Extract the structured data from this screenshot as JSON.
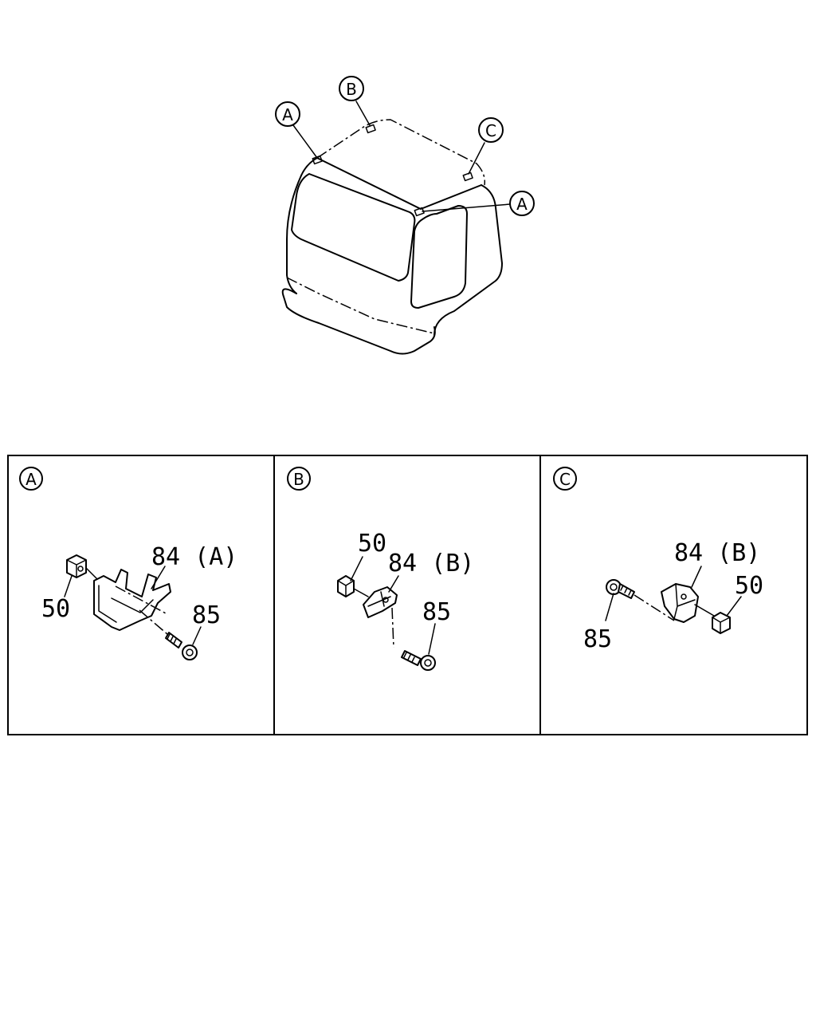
{
  "overview": {
    "callouts": [
      {
        "letter": "A"
      },
      {
        "letter": "B"
      },
      {
        "letter": "C"
      },
      {
        "letter": "A"
      }
    ]
  },
  "panels": [
    {
      "letter": "A",
      "labels": {
        "nut": "50",
        "bracket": "84 (A)",
        "screw": "85"
      }
    },
    {
      "letter": "B",
      "labels": {
        "nut": "50",
        "bracket": "84 (B)",
        "screw": "85"
      }
    },
    {
      "letter": "C",
      "labels": {
        "nut": "50",
        "bracket": "84 (B)",
        "screw": "85"
      }
    }
  ]
}
